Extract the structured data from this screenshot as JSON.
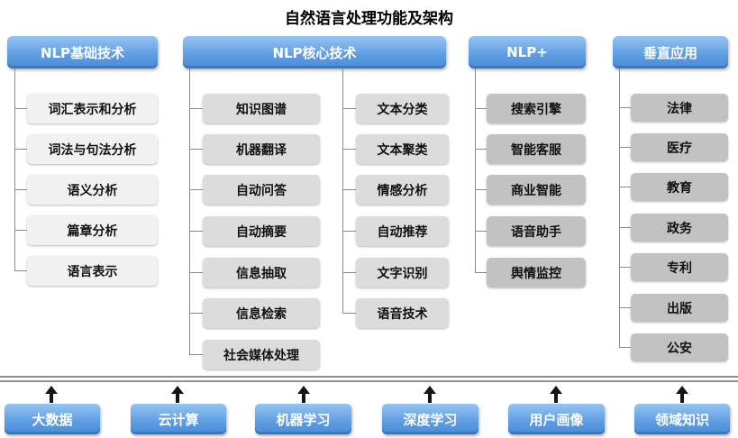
{
  "title": "自然语言处理功能及架构",
  "colors": {
    "header_blue_top": "#95c5f1",
    "header_blue_bottom": "#4a8cd8",
    "node_light": "#f1f1f1",
    "node_mid": "#dcdcdc",
    "node_dark": "#c2c2c2",
    "connector_gray": "#8a8a8a",
    "arrow_black": "#151515"
  },
  "columns": [
    {
      "header": "NLP基础技术",
      "items": [
        "词汇表示和分析",
        "词法与句法分析",
        "语义分析",
        "篇章分析",
        "语言表示"
      ]
    },
    {
      "header": "NLP核心技术",
      "left": [
        "知识图谱",
        "机器翻译",
        "自动问答",
        "自动摘要",
        "信息抽取",
        "信息检索",
        "社会媒体处理"
      ],
      "right": [
        "文本分类",
        "文本聚类",
        "情感分析",
        "自动推荐",
        "文字识别",
        "语音技术"
      ]
    },
    {
      "header": "NLP+",
      "items": [
        "搜索引擎",
        "智能客服",
        "商业智能",
        "语音助手",
        "舆情监控"
      ]
    },
    {
      "header": "垂直应用",
      "items": [
        "法律",
        "医疗",
        "教育",
        "政务",
        "专利",
        "出版",
        "公安"
      ]
    }
  ],
  "foundation": [
    "大数据",
    "云计算",
    "机器学习",
    "深度学习",
    "用户画像",
    "领域知识"
  ]
}
